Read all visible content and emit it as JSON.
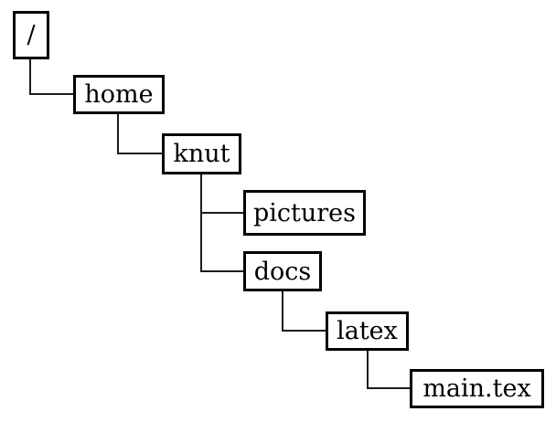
{
  "diagram": {
    "kind": "filesystem-tree",
    "colors": {
      "background": "#ffffff",
      "box_border": "#000000",
      "connector": "#1c1c1c",
      "text": "#000000"
    },
    "nodes": {
      "root": {
        "label": "/"
      },
      "home": {
        "label": "home"
      },
      "knut": {
        "label": "knut"
      },
      "pictures": {
        "label": "pictures"
      },
      "docs": {
        "label": "docs"
      },
      "latex": {
        "label": "latex"
      },
      "main_tex": {
        "label": "main.tex"
      }
    },
    "edges": [
      {
        "from": "root",
        "to": "home"
      },
      {
        "from": "home",
        "to": "knut"
      },
      {
        "from": "knut",
        "to": "pictures"
      },
      {
        "from": "knut",
        "to": "docs"
      },
      {
        "from": "docs",
        "to": "latex"
      },
      {
        "from": "latex",
        "to": "main_tex"
      }
    ]
  }
}
